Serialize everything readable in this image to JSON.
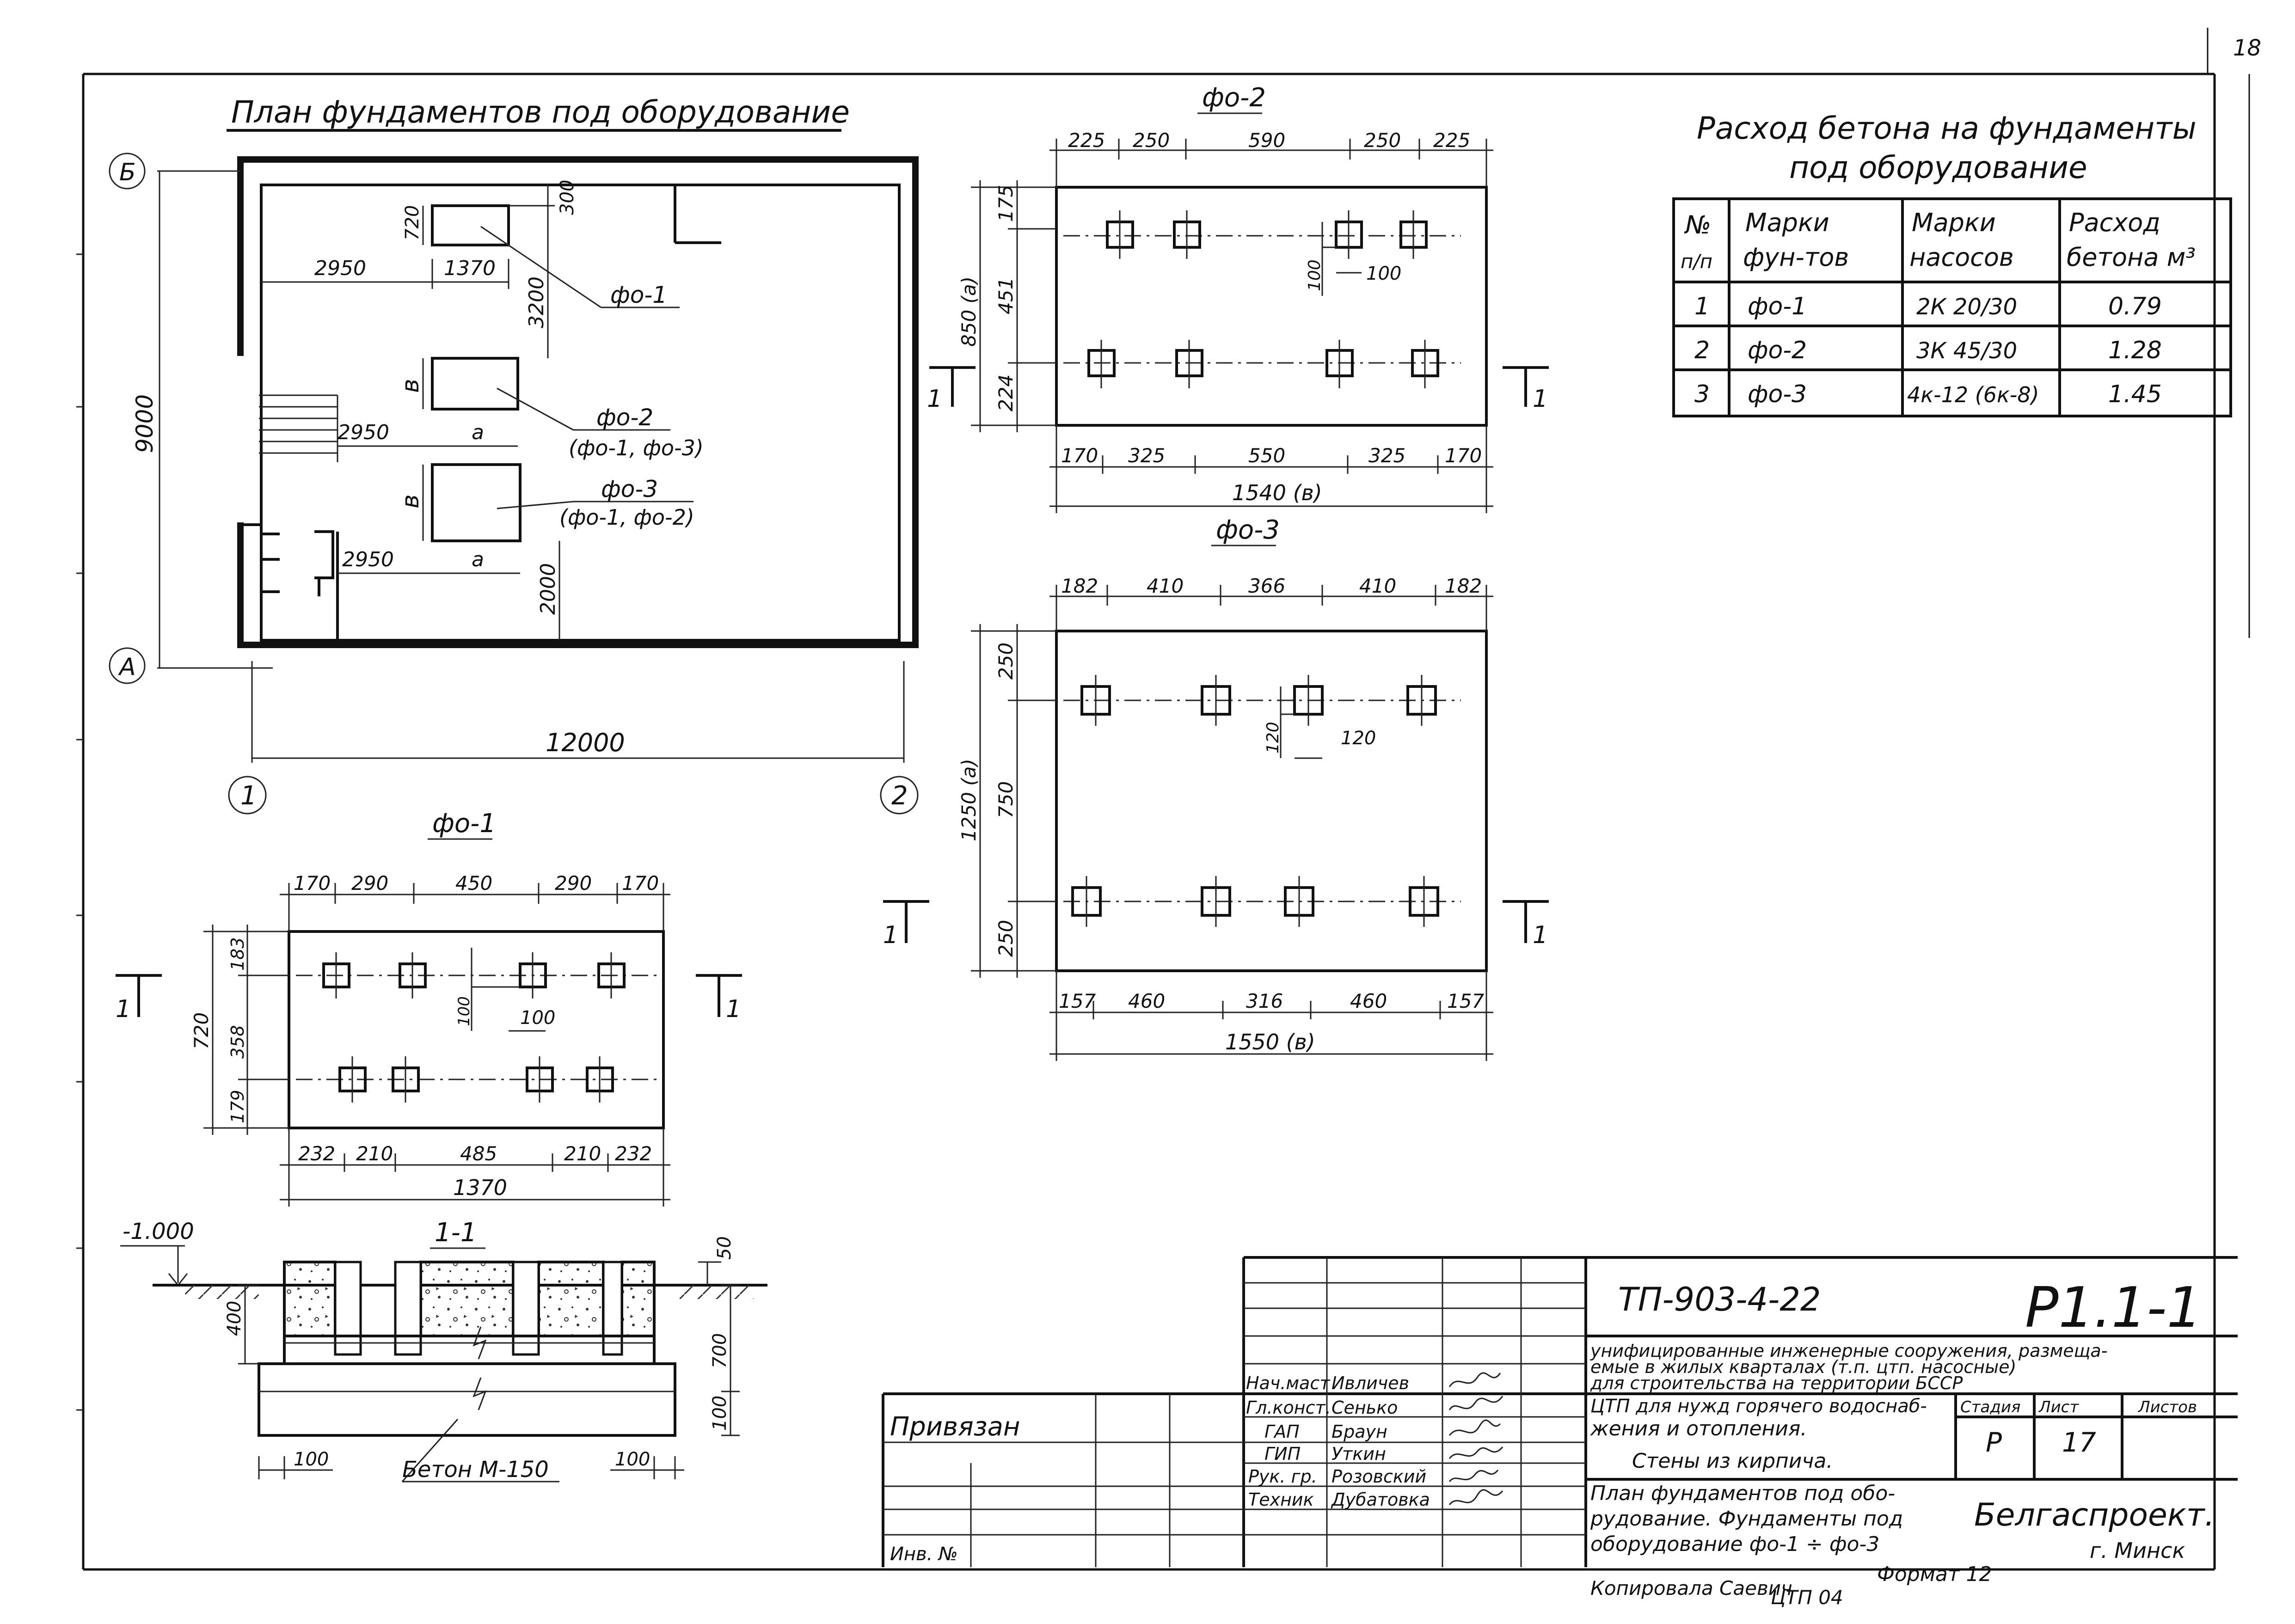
{
  "page_number": "18",
  "plan": {
    "title": "План фундаментов под оборудование",
    "axis_b": "Б",
    "axis_a": "А",
    "axis_1": "1",
    "axis_2": "2",
    "dim_height": "9000",
    "dim_width": "12000",
    "dim_2950_a": "2950",
    "dim_2950_b": "2950",
    "dim_2950_c": "2950",
    "dim_1370": "1370",
    "dim_720": "720",
    "dim_300": "300",
    "dim_3200": "3200",
    "dim_2000": "2000",
    "dim_a1": "а",
    "dim_a2": "а",
    "dim_v1": "в",
    "dim_v2": "в",
    "fo1_label": "фо-1",
    "fo2_label": "фо-2",
    "fo2_sub": "(фо-1, фо-3)",
    "fo3_label": "фо-3",
    "fo3_sub": "(фо-1, фо-2)"
  },
  "fo2": {
    "title": "фо-2",
    "top_dims": [
      "225",
      "250",
      "590",
      "250",
      "225"
    ],
    "left_total": "850 (а)",
    "left_dims": [
      "175",
      "451",
      "224"
    ],
    "dim_100_v": "100",
    "dim_100_h": "100",
    "bottom_dims": [
      "170",
      "325",
      "550",
      "325",
      "170"
    ],
    "bottom_total": "1540 (в)",
    "cut_left": "1",
    "cut_right": "1"
  },
  "fo3": {
    "title": "фо-3",
    "top_dims": [
      "182",
      "410",
      "366",
      "410",
      "182"
    ],
    "left_total": "1250 (а)",
    "left_dims": [
      "250",
      "750",
      "250"
    ],
    "dim_120_v": "120",
    "dim_120_h": "120",
    "bottom_dims": [
      "157",
      "460",
      "316",
      "460",
      "157"
    ],
    "bottom_total": "1550 (в)",
    "cut_left": "1",
    "cut_right": "1"
  },
  "fo1": {
    "title": "фо-1",
    "top_dims": [
      "170",
      "290",
      "450",
      "290",
      "170"
    ],
    "left_total": "720",
    "left_dims": [
      "183",
      "358",
      "179"
    ],
    "dim_100_v": "100",
    "dim_100_h": "100",
    "bottom_dims": [
      "232",
      "210",
      "485",
      "210",
      "232"
    ],
    "bottom_total": "1370",
    "cut_left": "1",
    "cut_right": "1"
  },
  "section": {
    "title": "1-1",
    "level": "-1.000",
    "dim_50": "50",
    "dim_400": "400",
    "dim_700": "700",
    "dim_100_r": "100",
    "dim_100_bl": "100",
    "dim_100_br": "100",
    "concrete": "Бетон М-150"
  },
  "concrete_table": {
    "title_line1": "Расход бетона на фундаменты",
    "title_line2": "под оборудование",
    "headers": [
      [
        "№",
        "п/п"
      ],
      [
        "Марки",
        "фун-тов"
      ],
      [
        "Марки",
        "насосов"
      ],
      [
        "Расход",
        "бетона м³"
      ]
    ],
    "rows": [
      [
        "1",
        "фо-1",
        "2К 20/30",
        "0.79"
      ],
      [
        "2",
        "фо-2",
        "3К 45/30",
        "1.28"
      ],
      [
        "3",
        "фо-3",
        "4к-12 (6к-8)",
        "1.45"
      ]
    ]
  },
  "title_block": {
    "doc_code": "ТП-903-4-22",
    "sheet_code": "Р1.1-1",
    "project_lines": [
      "унифицированные инженерные сооружения, размеща-",
      "емые в жилых кварталах (т.п. цтп. насосные)",
      "для строительства на территории БССР"
    ],
    "object_lines": [
      "ЦТП для нужд горячего водоснаб-",
      "жения и отопления.",
      "Стены из кирпича."
    ],
    "drawing_lines": [
      "План фундаментов под обо-",
      "рудование. Фундаменты под",
      "оборудование фо-1 ÷ фо-3"
    ],
    "stage_label": "Стадия",
    "sheet_label": "Лист",
    "sheets_label": "Листов",
    "stage": "Р",
    "sheet": "17",
    "org": "Белгаспроект.",
    "city": "г. Минск",
    "bound": "Привязан",
    "inv": "Инв. №",
    "roles": [
      "Нач.маст",
      "Гл.конст.",
      "ГАП",
      "ГИП",
      "Рук. гр.",
      "Техник"
    ],
    "names": [
      "Ивличев",
      "Сенько",
      "Браун",
      "Уткин",
      "Розовский",
      "Дубатовка"
    ]
  },
  "footer": {
    "copied": "Копировала  Саевич",
    "format": "Формат 12",
    "org_short": "ЦТП  04"
  }
}
